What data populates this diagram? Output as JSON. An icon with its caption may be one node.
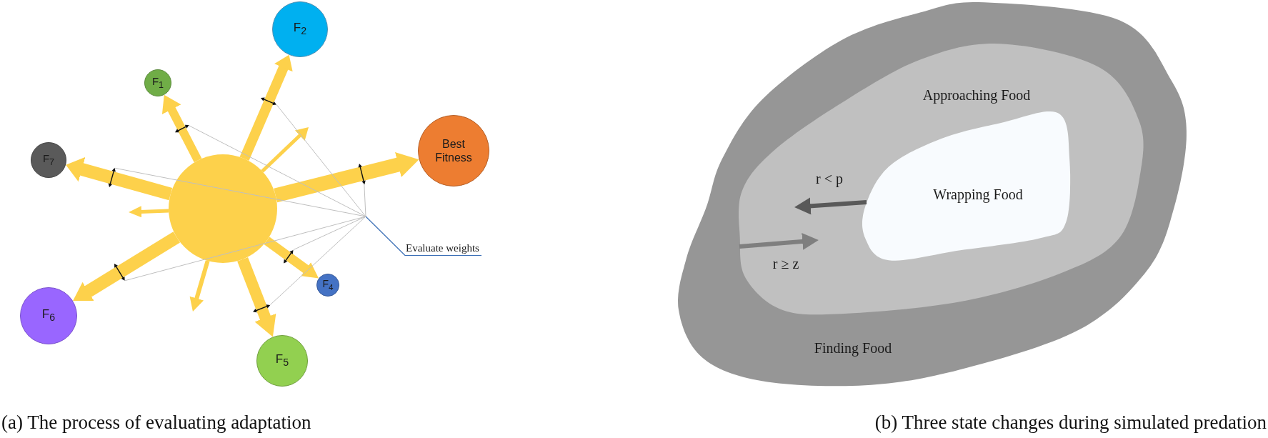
{
  "diagram": {
    "nodes": [
      {
        "text": [
          "F$_{2}$"
        ]
      },
      {
        "text": [
          "F$_{1}$"
        ]
      },
      {
        "text": [
          "Best Fitness"
        ]
      },
      {
        "text": [
          "F$_{7}$"
        ]
      },
      {
        "text": [],
        "shape": "circle"
      },
      {
        "text": [
          "Evaluate weights"
        ]
      },
      {
        "text": [
          "F$_{4}$"
        ]
      },
      {
        "text": [
          "F$_{6}$"
        ]
      },
      {
        "text": [
          "F$_{5}$"
        ]
      },
      {
        "text": [],
        "shape": "arrow"
      },
      {
        "text": [],
        "shape": "arrow"
      },
      {
        "text": [],
        "shape": "arrow"
      },
      {
        "text": [],
        "shape": "arrow"
      },
      {
        "text": [],
        "shape": "arrow"
      },
      {
        "text": [],
        "shape": "arrow"
      },
      {
        "text": [],
        "shape": "arrow"
      },
      {
        "text": [
          "Finding Food"
        ]
      },
      {
        "text": [
          "Approaching Food"
        ],
        "in": 16
      },
      {
        "text": [
          "Wrapping Food"
        ],
        "in": 17
      }
    ],
    "edges": [
      {
        "from": 4,
        "to": 1,
        "arrow": "to",
        "style": "thick"
      },
      {
        "from": 4,
        "to": 0,
        "arrow": "to",
        "style": "thick"
      },
      {
        "from": 4,
        "to": 2,
        "arrow": "to",
        "style": "thick"
      },
      {
        "from": 4,
        "to": 3,
        "arrow": "to",
        "style": "thick"
      },
      {
        "from": 4,
        "to": 6,
        "arrow": "to",
        "style": "thick"
      },
      {
        "from": 4,
        "to": 8,
        "arrow": "to",
        "style": "thick"
      },
      {
        "from": 4,
        "to": 7,
        "arrow": "to",
        "style": "thick"
      },
      {
        "from": 4,
        "to": null,
        "arrow": "to"
      },
      {
        "from": 4,
        "to": null,
        "arrow": "to"
      },
      {
        "from": 4,
        "to": null,
        "arrow": "to"
      },
      {
        "from": 5,
        "to": null,
        "arrow": "none",
        "color": "#3b6fb6"
      },
      {
        "from": null,
        "to": 9,
        "arrow": "none",
        "color": "#bfbfbf"
      },
      {
        "from": null,
        "to": 10,
        "arrow": "none",
        "color": "#bfbfbf"
      },
      {
        "from": null,
        "to": 11,
        "arrow": "none",
        "color": "#bfbfbf"
      },
      {
        "from": null,
        "to": 12,
        "arrow": "none",
        "color": "#bfbfbf"
      },
      {
        "from": null,
        "to": 13,
        "arrow": "none",
        "color": "#bfbfbf"
      },
      {
        "from": null,
        "to": 14,
        "arrow": "none",
        "color": "#bfbfbf"
      },
      {
        "from": null,
        "to": 15,
        "arrow": "none",
        "color": "#bfbfbf"
      },
      {
        "from": 18,
        "to": null,
        "label": "r < p",
        "arrow": "to",
        "color": "#595959"
      },
      {
        "from": 17,
        "to": null,
        "label": "r ≥ z",
        "arrow": "to",
        "color": "#7f7f7f"
      }
    ],
    "labels": [
      "(a) The process of evaluating adaptation",
      "(b) Three state changes during simulated predation"
    ]
  }
}
